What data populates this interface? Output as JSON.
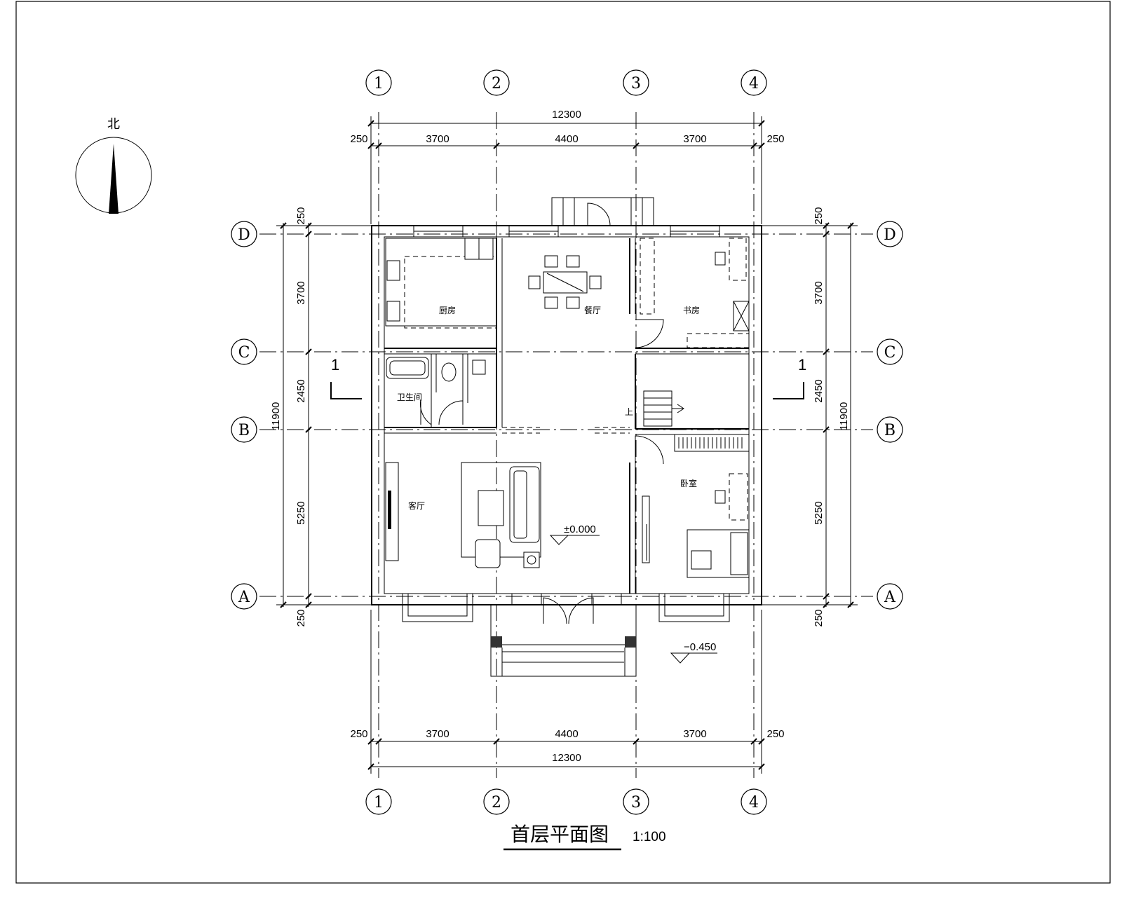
{
  "drawing": {
    "title": "首层平面图",
    "scale": "1:100",
    "north_label": "北",
    "column_axes": [
      "1",
      "2",
      "3",
      "4"
    ],
    "row_axes": [
      "D",
      "C",
      "B",
      "A"
    ],
    "top_dimensions": {
      "total": "12300",
      "segments": [
        "250",
        "3700",
        "4400",
        "3700",
        "250"
      ]
    },
    "bottom_dimensions": {
      "total": "12300",
      "segments": [
        "250",
        "3700",
        "4400",
        "3700",
        "250"
      ]
    },
    "left_dimensions": {
      "total": "11900",
      "segments": [
        "250",
        "3700",
        "2450",
        "5250",
        "250"
      ]
    },
    "right_dimensions": {
      "total": "11900",
      "segments": [
        "250",
        "3700",
        "2450",
        "5250",
        "250"
      ]
    },
    "section_mark": "1",
    "rooms": {
      "kitchen": "厨房",
      "dining": "餐厅",
      "study": "书房",
      "bathroom": "卫生间",
      "living": "客厅",
      "bedroom": "卧室"
    },
    "stair_label": "上",
    "elevation_indoor": "±0.000",
    "elevation_outdoor": "−0.450"
  }
}
